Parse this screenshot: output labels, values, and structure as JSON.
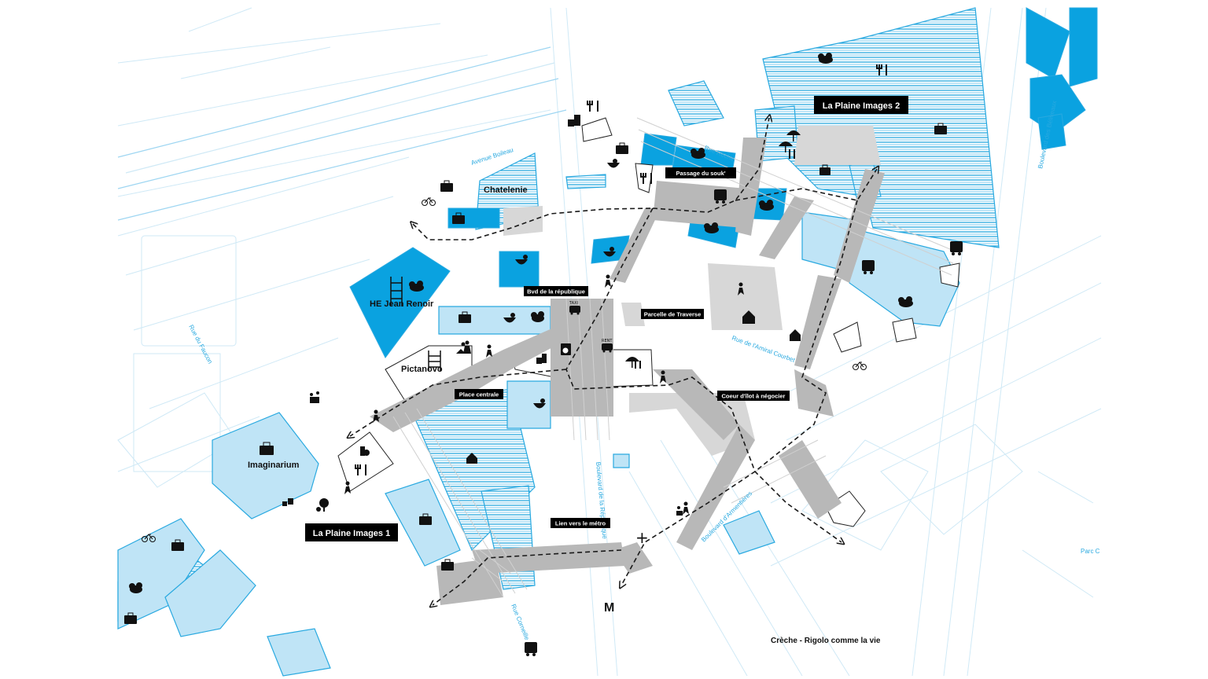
{
  "colors": {
    "outline": "#29a9e0",
    "fill_strong": "#0aa2e0",
    "fill_light": "#bfe4f6",
    "path_gray": "#b8b8b8",
    "path_light": "#d7d7d7",
    "tag_bg": "#000000",
    "tag_text": "#ffffff",
    "route": "#1a1a1a"
  },
  "zones": {
    "plaine_2": "La Plaine Images 2",
    "plaine_1": "La Plaine Images 1"
  },
  "places": {
    "chatelenie": "Chatelenie",
    "jean_renoir": "HE Jean Renoir",
    "pictanovo": "Pictanovo",
    "imaginarium": "Imaginarium",
    "creche": "Crèche - Rigolo comme la vie",
    "metro": "M"
  },
  "tags": {
    "souk": "Passage du souk'",
    "bvd_republique": "Bvd de la république",
    "parcelle_traverse": "Parcelle de Traverse",
    "place_centrale": "Place centrale",
    "coeur_ilot": "Coeur d'îlot à négocier",
    "lien_metro": "Lien vers le métro"
  },
  "roads": {
    "avenue_boileau": "Avenue Boileau",
    "rue_roche": "Rue Roche",
    "boulevard_beliveau": "Boulevard des Béliveaux",
    "rue_faucon": "Rue du Faucon",
    "rue_amiral_courbet": "Rue de l'Amiral Courbet",
    "boulevard_republique": "Boulevard de la République",
    "boulevard_armentieres": "Boulevard d'Armentières",
    "rue_corneille": "Rue Corneille",
    "parc": "Parc C"
  },
  "icons": {
    "taxi_label": "TAXI",
    "rent_label": "RENT"
  }
}
